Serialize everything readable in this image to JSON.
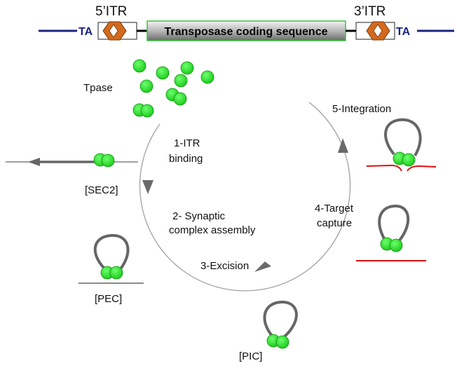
{
  "transposon": {
    "itr5_label": "5’ITR",
    "itr3_label": "3’ITR",
    "ta_left": "TA",
    "ta_right": "TA",
    "gene_label": "Transposase coding sequence"
  },
  "labels": {
    "tpase": "Tpase",
    "step1_line1": "1-ITR",
    "step1_line2": "binding",
    "step2_line1": "2- Synaptic",
    "step2_line2": "complex assembly",
    "step3": "3-Excision",
    "step4_line1": "4-Target",
    "step4_line2": "capture",
    "step5": "5-Integration",
    "sec2": "[SEC2]",
    "pec": "[PEC]",
    "pic": "[PIC]"
  },
  "colors": {
    "ta_line": "#1a237e",
    "itr_orange": "#d2691e",
    "protein_green": "#22dd22",
    "target_dna": "#e01010",
    "loop_gray": "#666666",
    "gene_box_border": "#3cc33c"
  }
}
